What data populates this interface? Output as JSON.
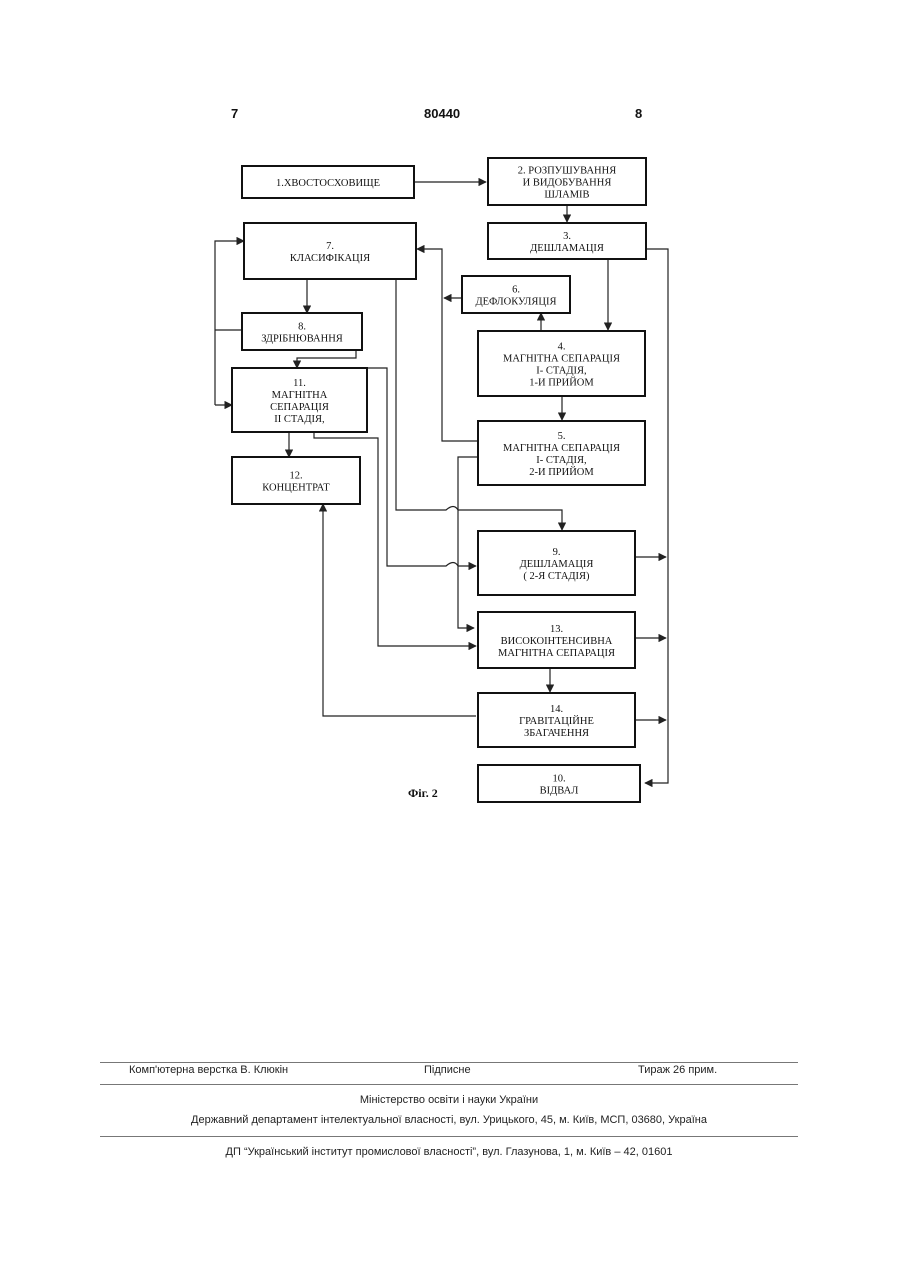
{
  "header": {
    "left_page": "7",
    "patent_number": "80440",
    "right_page": "8"
  },
  "flowchart": {
    "boxes": [
      {
        "id": "b1",
        "lines": [
          "1.ХВОСТОСХОВИЩЕ"
        ]
      },
      {
        "id": "b2",
        "lines": [
          "2. РОЗПУШУВАННЯ",
          "И ВИДОБУВАННЯ",
          "ШЛАМІВ"
        ]
      },
      {
        "id": "b3",
        "lines": [
          "3.",
          "ДЕШЛАМАЦІЯ"
        ]
      },
      {
        "id": "b7",
        "lines": [
          "7.",
          "КЛАСИФІКАЦІЯ"
        ]
      },
      {
        "id": "b6",
        "lines": [
          "6.",
          "ДЕФЛОКУЛЯЦІЯ"
        ]
      },
      {
        "id": "b8",
        "lines": [
          "8.",
          "ЗДРІБНЮВАННЯ"
        ]
      },
      {
        "id": "b4",
        "lines": [
          "4.",
          "МАГНІТНА СЕПАРАЦІЯ",
          "І- СТАДІЯ,",
          "1-И ПРИЙОМ"
        ]
      },
      {
        "id": "b11",
        "lines": [
          "11.",
          "МАГНІТНА",
          "СЕПАРАЦІЯ",
          "ІІ СТАДІЯ,"
        ]
      },
      {
        "id": "b5",
        "lines": [
          "5.",
          "МАГНІТНА СЕПАРАЦІЯ",
          "І- СТАДІЯ,",
          "2-И ПРИЙОМ"
        ]
      },
      {
        "id": "b12",
        "lines": [
          "12.",
          "КОНЦЕНТРАТ"
        ]
      },
      {
        "id": "b9",
        "lines": [
          "9.",
          "ДЕШЛАМАЦІЯ",
          "( 2-Я СТАДІЯ)"
        ]
      },
      {
        "id": "b13",
        "lines": [
          "13.",
          "ВИСОКОІНТЕНСИВНА",
          "МАГНІТНА СЕПАРАЦІЯ"
        ]
      },
      {
        "id": "b14",
        "lines": [
          "14.",
          "ГРАВІТАЦІЙНЕ",
          "ЗБАГАЧЕННЯ"
        ]
      },
      {
        "id": "b10",
        "lines": [
          "10.",
          "ВІДВАЛ"
        ]
      }
    ],
    "caption": "Фіг. 2"
  },
  "footer": {
    "typesetting": "Комп'ютерна верстка В. Клюкін",
    "signed": "Підписне",
    "circulation": "Тираж 26 прим.",
    "ministry": "Міністерство освіти і науки України",
    "department": "Державний департамент інтелектуальної власності, вул. Урицького, 45, м. Київ, МСП, 03680, Україна",
    "institute": "ДП “Український інститут промислової власності”, вул. Глазунова, 1, м. Київ – 42, 01601"
  }
}
